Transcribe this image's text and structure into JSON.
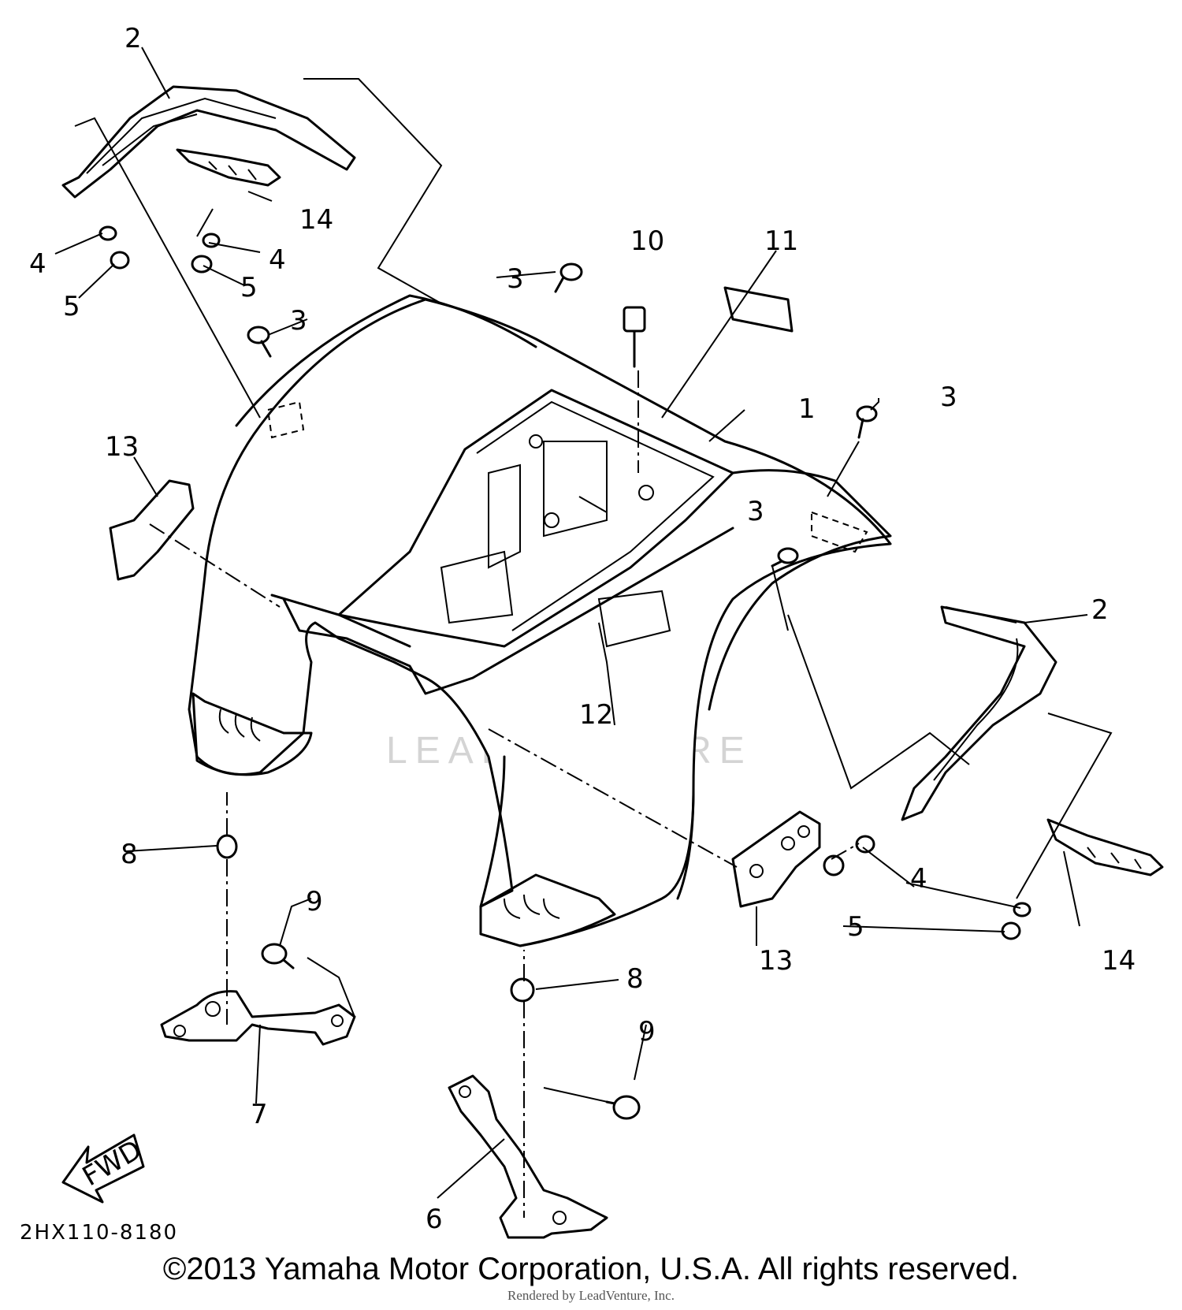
{
  "callouts": [
    "1",
    "2",
    "2",
    "3",
    "3",
    "3",
    "3",
    "4",
    "4",
    "4",
    "5",
    "5",
    "5",
    "6",
    "7",
    "8",
    "8",
    "9",
    "9",
    "10",
    "11",
    "12",
    "13",
    "13",
    "14",
    "14"
  ],
  "labels": {
    "fwd": "FWD",
    "part_code": "2HX110-8180",
    "watermark": "LEADVENTURE",
    "copyright": "©2013 Yamaha Motor Corporation, U.S.A. All rights reserved.",
    "render_credit": "Rendered by LeadVenture, Inc."
  }
}
